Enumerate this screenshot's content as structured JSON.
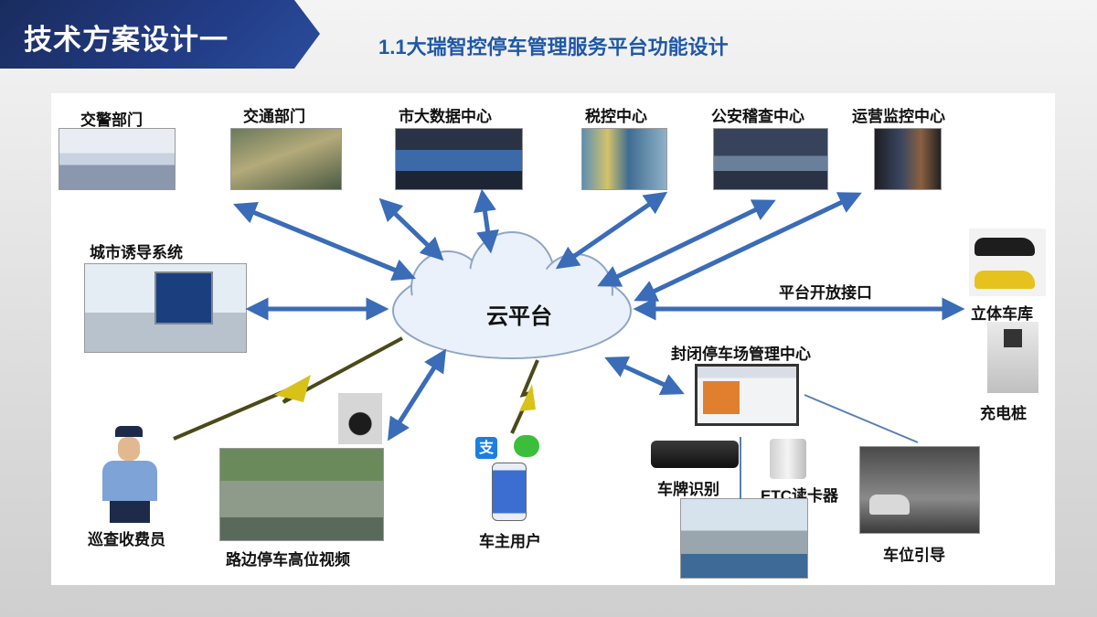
{
  "header": {
    "section_title": "技术方案设计一",
    "subtitle": "1.1大瑞智控停车管理服务平台功能设计"
  },
  "nodes": {
    "traffic_police": "交警部门",
    "transport": "交通部门",
    "big_data": "市大数据中心",
    "tax": "税控中心",
    "public_security": "公安稽查中心",
    "ops_monitor": "运营监控中心",
    "city_guidance": "城市诱导系统",
    "cloud": "云平台",
    "open_api": "平台开放接口",
    "stereo_garage": "立体车库",
    "closed_lot": "封闭停车场管理中心",
    "charging": "充电桩",
    "plate_recog": "车牌识别",
    "etc_reader": "ETC读卡器",
    "space_guide": "车位引导",
    "car_owner": "车主用户",
    "roadside_video": "路边停车高位视频",
    "patrol": "巡查收费员"
  },
  "colors": {
    "banner": "#223c86",
    "subtitle": "#1f58a8",
    "arrow": "#3a6cb8",
    "lightning": "#4a4a1a"
  },
  "icons": {
    "alipay": "alipay-icon",
    "wechat": "wechat-icon"
  }
}
